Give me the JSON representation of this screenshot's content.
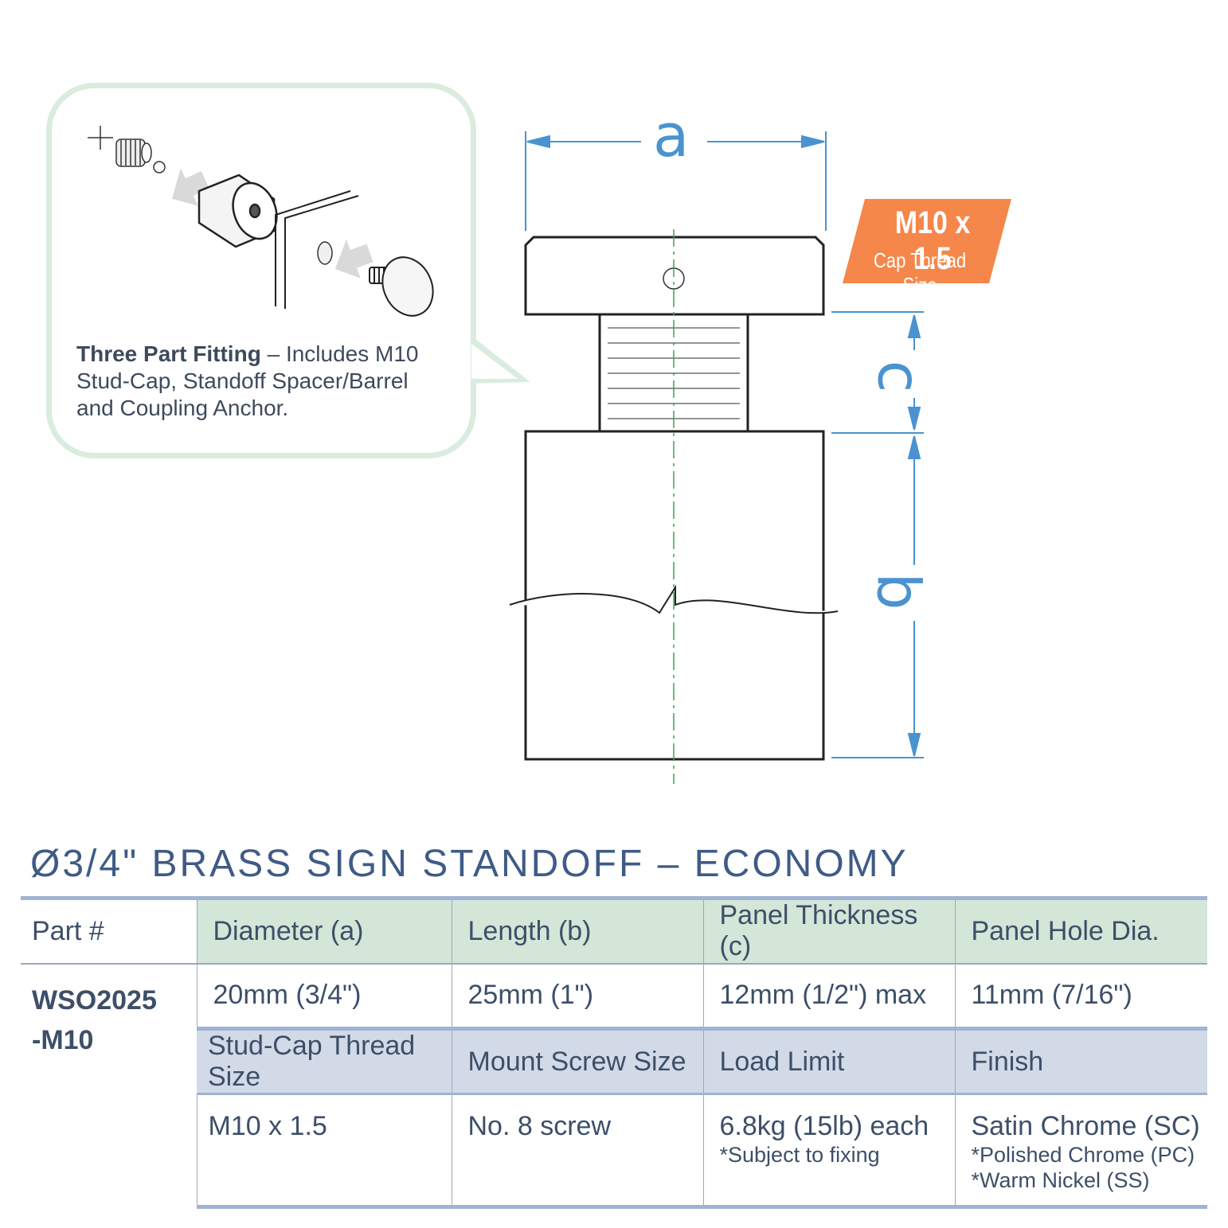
{
  "callout": {
    "title": "Three Part Fitting",
    "dash": " – ",
    "description": "Includes M10 Stud-Cap, Standoff Spacer/Barrel and Coupling Anchor."
  },
  "diagram": {
    "label_a": "a",
    "label_b": "b",
    "label_c": "c",
    "badge_title": "M10 x 1.5",
    "badge_subtitle": "Cap Thread Size",
    "badge_color": "#f5874a",
    "dimension_color": "#4a93d0",
    "centerline_color": "#3aa35a"
  },
  "product": {
    "title": "Ø3/4\" BRASS SIGN STANDOFF – ECONOMY"
  },
  "table": {
    "part_label": "Part #",
    "part_number_line1": "WSO2025",
    "part_number_line2": "-M10",
    "headers_1": [
      "Diameter (a)",
      "Length (b)",
      "Panel Thickness (c)",
      "Panel Hole Dia."
    ],
    "values_1": [
      "20mm (3/4\")",
      "25mm (1\")",
      "12mm (1/2\") max",
      "11mm (7/16\")"
    ],
    "headers_2": [
      "Stud-Cap Thread Size",
      "Mount Screw Size",
      "Load Limit",
      "Finish"
    ],
    "values_2": [
      "M10 x 1.5",
      "No. 8 screw",
      "6.8kg (15lb) each",
      "Satin Chrome (SC)"
    ],
    "load_note": "*Subject to fixing",
    "finish_note_1": "*Polished Chrome (PC)",
    "finish_note_2": "*Warm Nickel (SS)"
  }
}
